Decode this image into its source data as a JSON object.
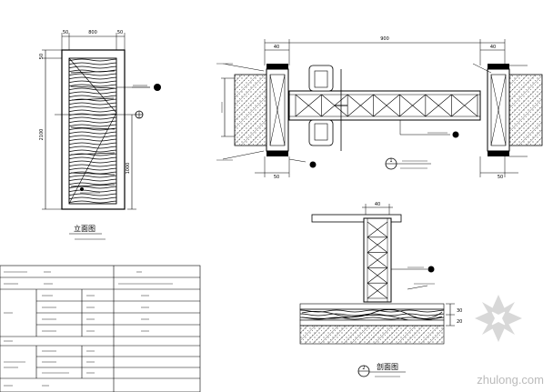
{
  "elevation": {
    "dim_top": [
      "50",
      "800",
      "50"
    ],
    "dim_left_top": "50",
    "dim_left_total": "2100",
    "dim_right_handle": "1000",
    "title_cn": "立面图"
  },
  "plan_section": {
    "title_num": "1",
    "dim_top_total": "900",
    "dim_top_left": "40",
    "dim_top_right": "40",
    "dim_bottom_left": "50",
    "dim_bottom_right": "50"
  },
  "vertical_section": {
    "title_num": "2",
    "title_cn": "剖面图",
    "dim_top": "40",
    "dim_right_a": "30",
    "dim_right_b": "20"
  },
  "watermark": "zhulong.com"
}
